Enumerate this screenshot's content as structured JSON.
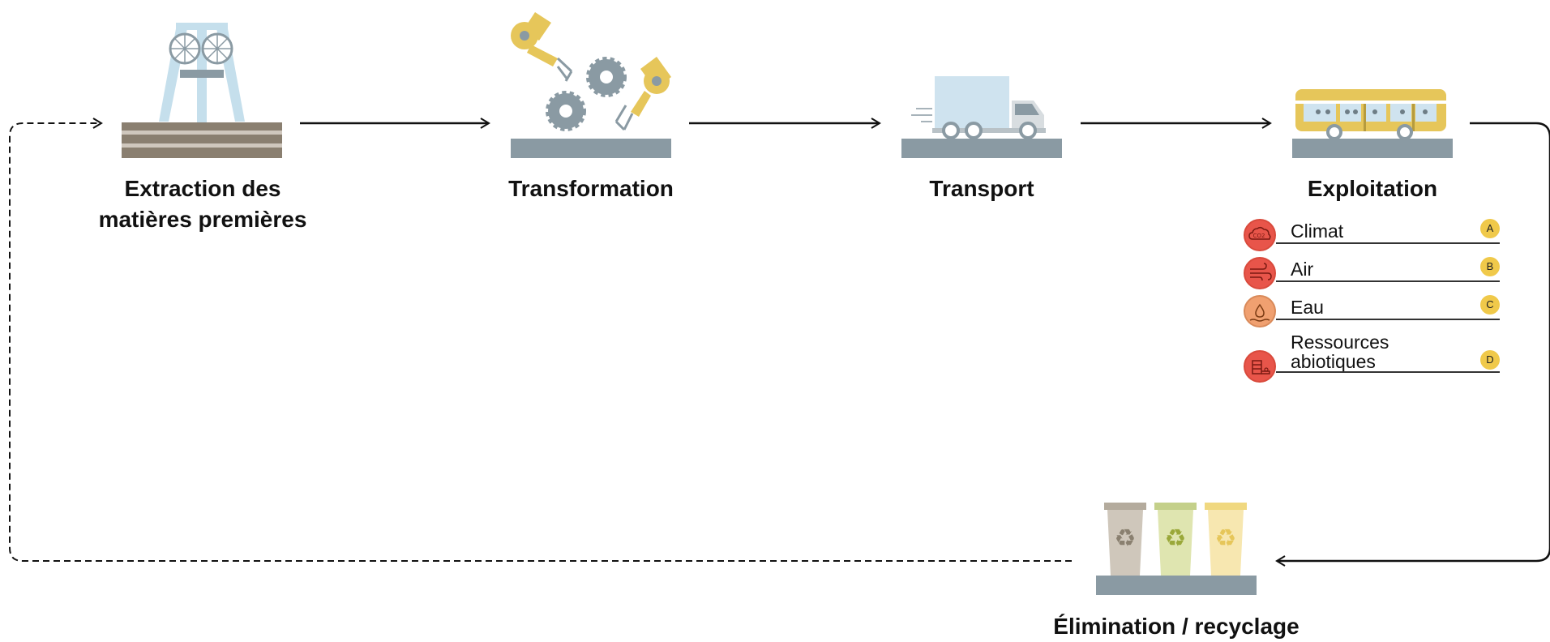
{
  "steps": {
    "extraction": {
      "line1": "Extraction des",
      "line2": "matières premières",
      "icon": "mine-headframe-icon"
    },
    "transformation": {
      "label": "Transformation",
      "icon": "robot-arms-gears-icon"
    },
    "transport": {
      "label": "Transport",
      "icon": "truck-icon"
    },
    "exploitation": {
      "label": "Exploitation",
      "icon": "tram-icon"
    },
    "elimination": {
      "label": "Élimination / recyclage",
      "icon": "recycling-bins-icon"
    }
  },
  "impacts": [
    {
      "label": "Climat",
      "badge": "A",
      "icon": "co2-cloud-icon",
      "color": "#e8554a"
    },
    {
      "label": "Air",
      "badge": "B",
      "icon": "wind-icon",
      "color": "#e8554a"
    },
    {
      "label": "Eau",
      "badge": "C",
      "icon": "water-drop-icon",
      "color": "#f0a070"
    },
    {
      "label": "Ressources",
      "label2": "abiotiques",
      "badge": "D",
      "icon": "resources-icon",
      "color": "#e8554a"
    }
  ],
  "colors": {
    "platform": "#8a9aa3",
    "light_blue": "#cfe3ef",
    "yellow": "#e6c65a",
    "badge": "#f0c94a",
    "impact_red": "#e8554a",
    "impact_orange": "#f0a070"
  }
}
